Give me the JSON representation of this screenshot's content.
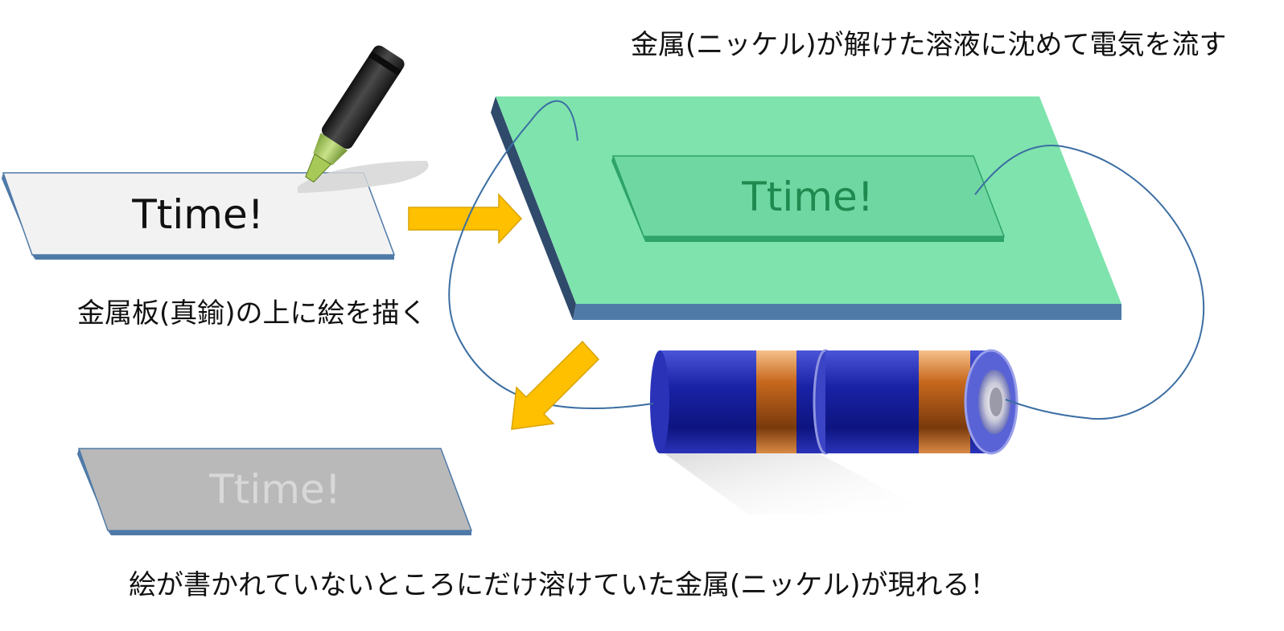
{
  "captions": {
    "electroplate_step": "金属(ニッケル)が解けた溶液に沈めて電気を流す",
    "draw_step": "金属板(真鍮)の上に絵を描く",
    "result_step": "絵が書かれていないところにだけ溶けていた金属(ニッケル)が現れる！"
  },
  "plates": {
    "drawn_plate_text": "Ttime!",
    "bath_plate_text": "Ttime!",
    "result_plate_text": "Ttime!"
  },
  "colors": {
    "brass_plate_top": "#f2f2f2",
    "plate_edge": "#4f7aa8",
    "bath_top": "#7fe3ad",
    "bath_side": "#2f4a6b",
    "bath_front": "#4f7aa8",
    "inner_plate": "#6fd8a2",
    "inner_plate_text": "#1e8a50",
    "result_plate": "#b9b9b9",
    "result_text": "#d8d8d8",
    "arrow": "#ffc000",
    "arrow_edge": "#d9a300",
    "wire": "#3b6ea3",
    "battery_blue": "#1e2aa8",
    "battery_copper": "#c8691e",
    "marker_body": "#2a2a2a",
    "marker_tip": "#a7c957"
  }
}
